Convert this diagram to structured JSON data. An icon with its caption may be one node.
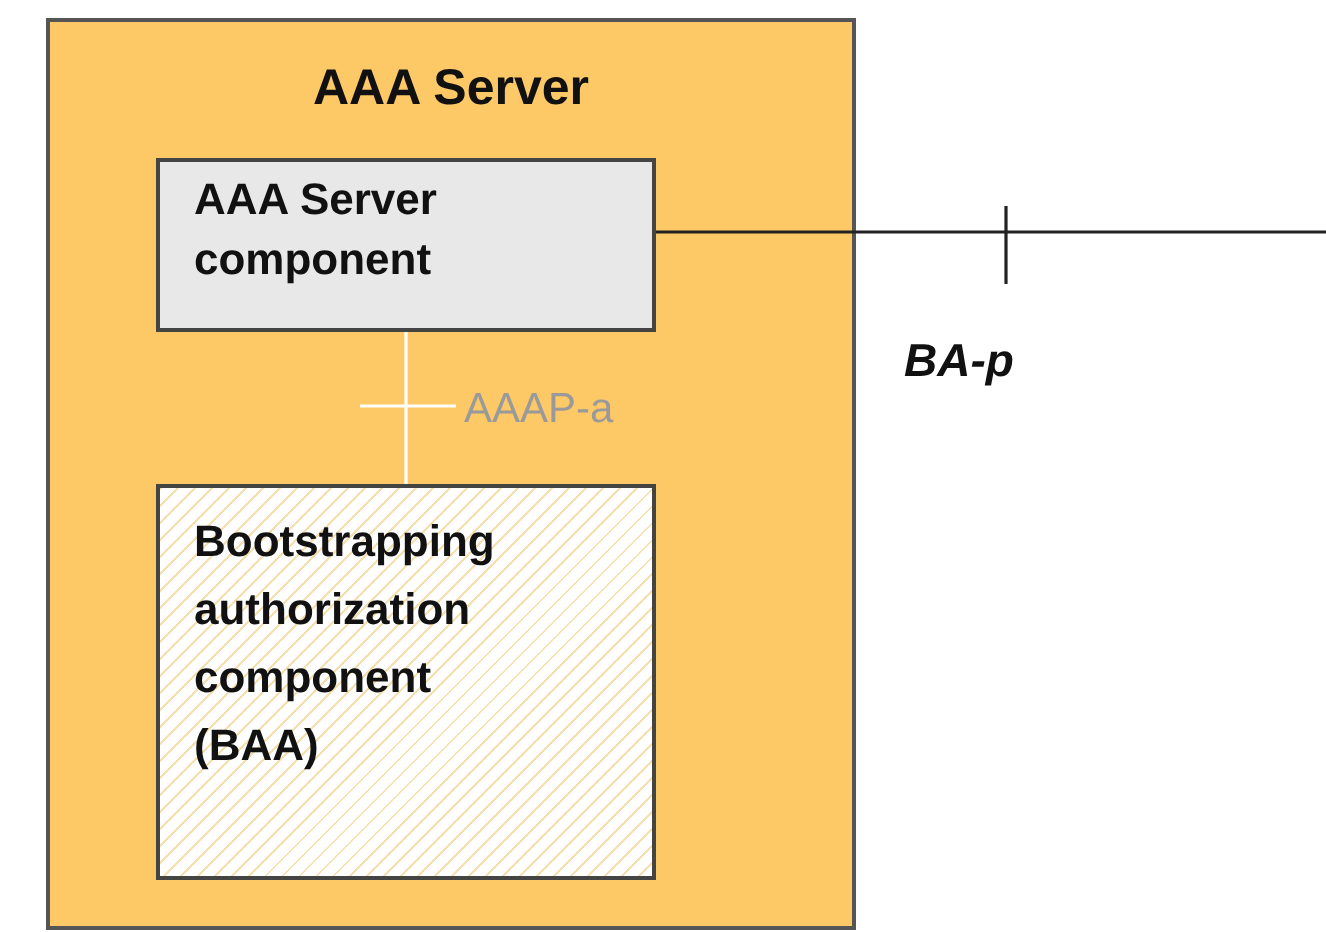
{
  "diagram": {
    "nodes": [
      {
        "text": [
          "AAA Server"
        ]
      },
      {
        "text": [
          "AAA Server component"
        ],
        "in": 0
      },
      {
        "text": [
          "Bootstrapping authorization component (BAA)"
        ],
        "in": 0
      }
    ],
    "edges": [
      {
        "from": 1,
        "to": 2,
        "arrow": "none",
        "label": "AAAP-a",
        "color": "#ffffff"
      },
      {
        "from": 1,
        "to": null,
        "arrow": "none",
        "label": "BA-p",
        "color": "#222222"
      }
    ]
  }
}
